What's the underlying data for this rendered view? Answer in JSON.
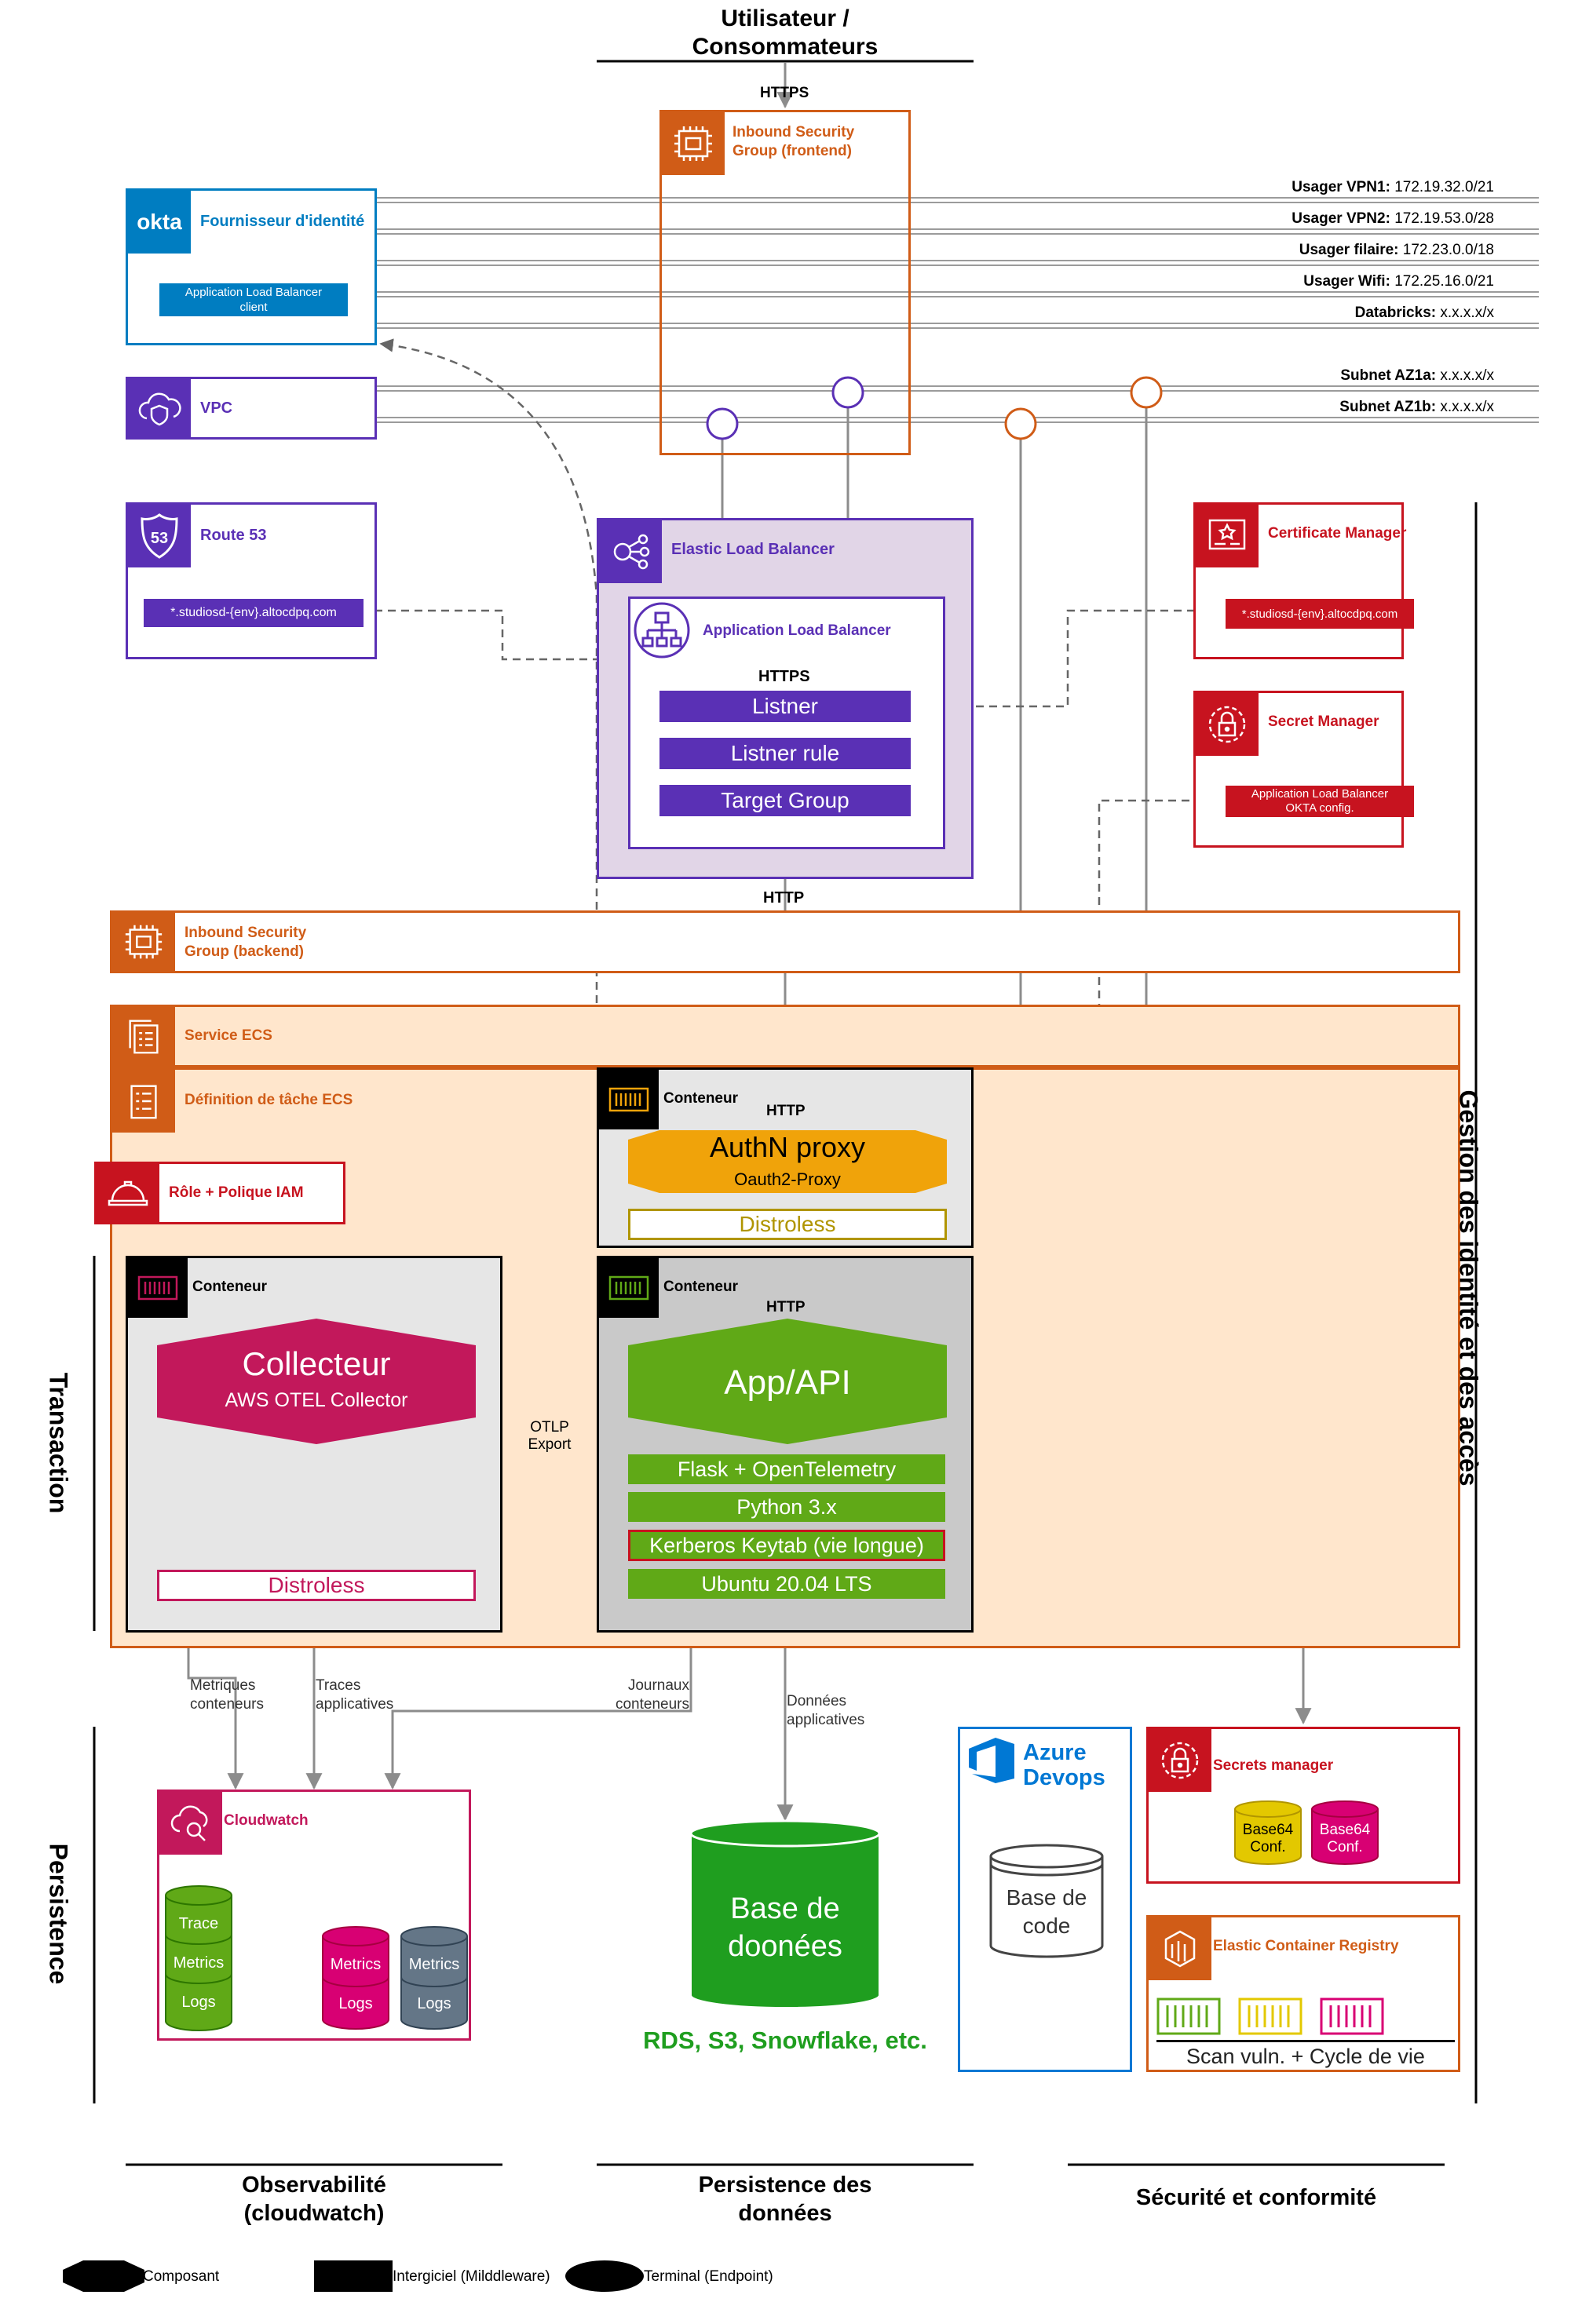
{
  "header": {
    "title_line1": "Utilisateur /",
    "title_line2": "Consommateurs",
    "https_label": "HTTPS"
  },
  "security_group_frontend": {
    "label_line1": "Inbound Security",
    "label_line2": "Group (frontend)"
  },
  "okta": {
    "logo": "okta",
    "title": "Fournisseur d'identité",
    "badge_line1": "Application Load Balancer",
    "badge_line2": "client"
  },
  "vpc": {
    "title": "VPC"
  },
  "network_rows": [
    {
      "name": "Usager VPN1:",
      "value": "172.19.32.0/21"
    },
    {
      "name": "Usager VPN2:",
      "value": "172.19.53.0/28"
    },
    {
      "name": "Usager filaire:",
      "value": "172.23.0.0/18"
    },
    {
      "name": "Usager Wifi:",
      "value": "172.25.16.0/21"
    },
    {
      "name": "Databricks:",
      "value": "x.x.x.x/x"
    },
    {
      "name": "Subnet AZ1a:",
      "value": "x.x.x.x/x"
    },
    {
      "name": "Subnet AZ1b:",
      "value": "x.x.x.x/x"
    }
  ],
  "route53": {
    "title": "Route 53",
    "icon_number": "53",
    "domain": "*.studiosd-{env}.altocdpq.com"
  },
  "elb": {
    "title": "Elastic Load Balancer",
    "alb_title": "Application Load Balancer",
    "https_label": "HTTPS",
    "listener": "Listner",
    "listener_rule": "Listner rule",
    "target_group": "Target Group",
    "http_label": "HTTP"
  },
  "certificate_manager": {
    "title": "Certificate Manager",
    "domain": "*.studiosd-{env}.altocdpq.com"
  },
  "secret_manager": {
    "title": "Secret Manager",
    "badge_line1": "Application Load Balancer",
    "badge_line2": "OKTA config."
  },
  "security_group_backend": {
    "label_line1": "Inbound Security",
    "label_line2": "Group (backend)"
  },
  "service_ecs": {
    "title": "Service ECS"
  },
  "task_definition": {
    "title": "Définition de tâche ECS"
  },
  "iam": {
    "title": "Rôle + Polique IAM"
  },
  "auth_container": {
    "title": "Conteneur",
    "http_label": "HTTP",
    "component_title": "AuthN proxy",
    "component_subtitle": "Oauth2-Proxy",
    "base": "Distroless"
  },
  "collector_container": {
    "title": "Conteneur",
    "component_title": "Collecteur",
    "component_subtitle": "AWS OTEL Collector",
    "base": "Distroless"
  },
  "app_container": {
    "title": "Conteneur",
    "http_label": "HTTP",
    "component_title": "App/API",
    "layers": [
      "Flask + OpenTelemetry",
      "Python 3.x",
      "Kerberos Keytab (vie longue)",
      "Ubuntu 20.04 LTS"
    ]
  },
  "otlp": {
    "line1": "OTLP",
    "line2": "Export"
  },
  "flows": {
    "metrics": {
      "line1": "Metriques",
      "line2": "conteneurs"
    },
    "traces": {
      "line1": "Traces",
      "line2": "applicatives"
    },
    "logs": {
      "line1": "Journaux",
      "line2": "conteneurs"
    },
    "data": {
      "line1": "Données",
      "line2": "applicatives"
    }
  },
  "cloudwatch": {
    "title": "Cloudwatch",
    "stack1": [
      "Trace",
      "Metrics",
      "Logs"
    ],
    "stack2": [
      "Metrics",
      "Logs"
    ],
    "stack3": [
      "Metrics",
      "Logs"
    ]
  },
  "database": {
    "line1": "Base de",
    "line2": "doonées",
    "caption": "RDS, S3, Snowflake, etc."
  },
  "azure_devops": {
    "line1": "Azure",
    "line2": "Devops",
    "repo_line1": "Base de",
    "repo_line2": "code"
  },
  "secrets_manager": {
    "title": "Secrets manager",
    "item1_line1": "Base64",
    "item1_line2": "Conf.",
    "item2_line1": "Base64",
    "item2_line2": "Conf."
  },
  "ecr": {
    "title": "Elastic Container Registry",
    "caption": "Scan vuln. + Cycle de vie"
  },
  "side_labels": {
    "right": "Gestion des identité et des accès",
    "transaction": "Transaction",
    "persistence": "Persistence"
  },
  "footer_columns": {
    "observability_line1": "Observabilité",
    "observability_line2": "(cloudwatch)",
    "persistence_line1": "Persistence des",
    "persistence_line2": "données",
    "security": "Sécurité et conformité"
  },
  "legend": {
    "component": "Composant",
    "middleware": "Intergiciel (Milddleware)",
    "endpoint": "Terminal (Endpoint)"
  },
  "colors": {
    "orange": "#D05C17",
    "orange_fill": "#FFE6CC",
    "purple": "#5A30B5",
    "purple_fill": "#E1D5E7",
    "red": "#C7131F",
    "okta_blue": "#007DC1",
    "pink": "#C2185B",
    "green": "#60A917",
    "db_green": "#1F9E1F",
    "authn_orange": "#F0A30A",
    "distroless_gold": "#B09500",
    "azure_blue": "#0078D4",
    "gray_line": "#8C8C8C"
  }
}
